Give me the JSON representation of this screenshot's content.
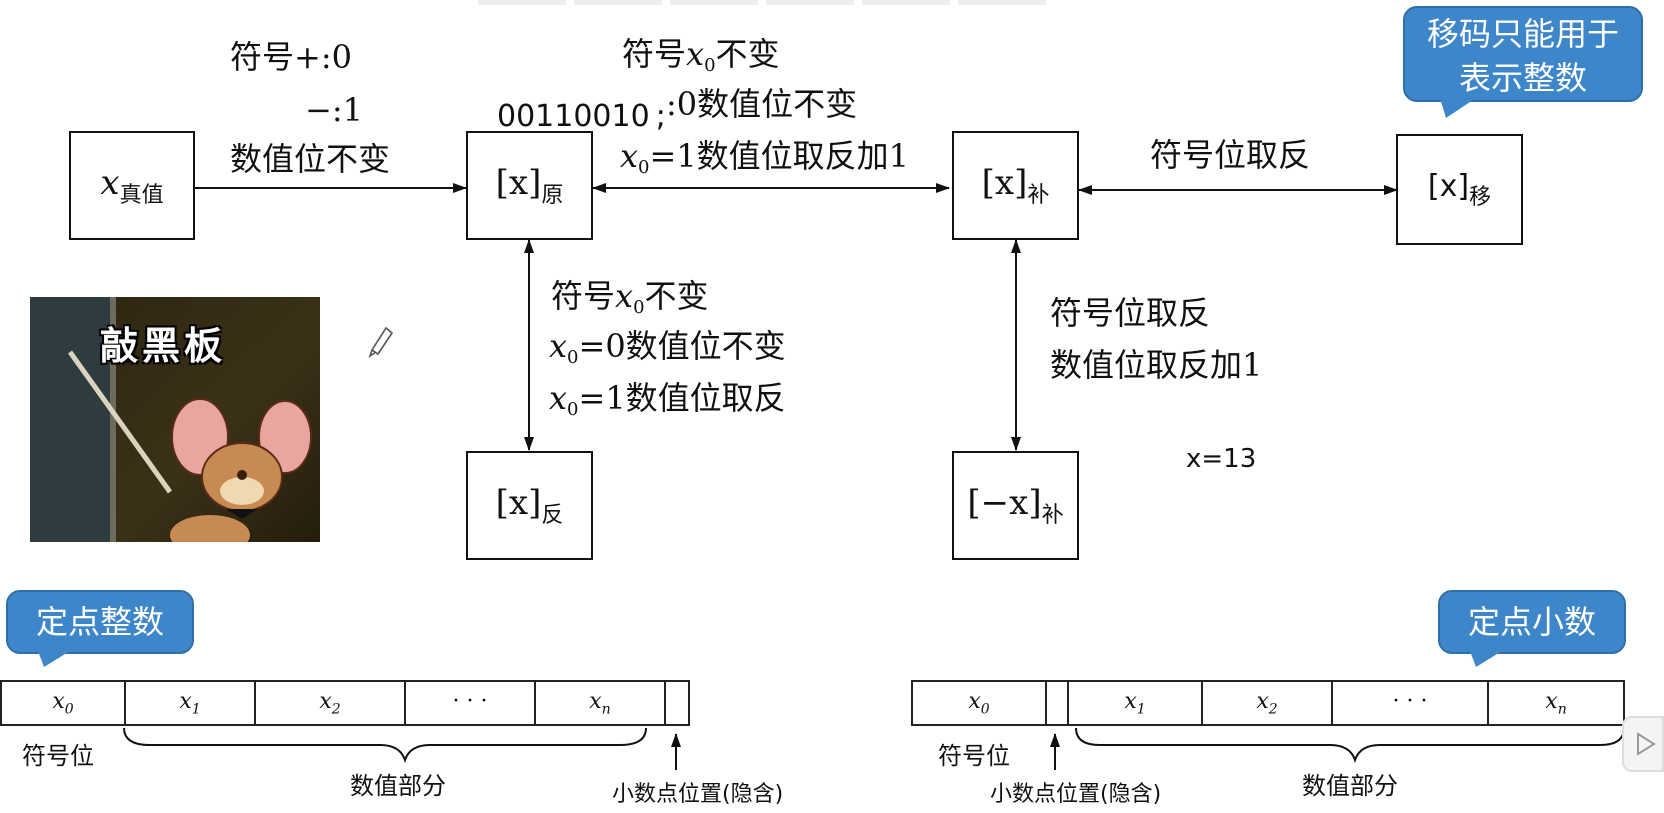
{
  "top_tabs": [
    "",
    "",
    "",
    "",
    "",
    ""
  ],
  "boxes": {
    "true_value": {
      "var": "x",
      "sub": "真值"
    },
    "original": {
      "var": "[x]",
      "sub": "原"
    },
    "complement": {
      "var": "[x]",
      "sub": "补"
    },
    "offset": {
      "var": "[x]",
      "sub": "移"
    },
    "ones": {
      "var": "[x]",
      "sub": "反"
    },
    "neg_complement": {
      "var": "[−x]",
      "sub": "补"
    }
  },
  "labels": {
    "sign_plus": "符号+:0",
    "sign_minus": "−:1",
    "value_unchanged": "数值位不变",
    "binary_sample": "00110010",
    "binary_semicolon": ";",
    "orig_comp_1_pre": "符号",
    "orig_comp_1_var": "x",
    "orig_comp_1_sub": "0",
    "orig_comp_1_post": "不变",
    "orig_comp_2": ":0数值位不变",
    "orig_comp_3_var": "x",
    "orig_comp_3_sub": "0",
    "orig_comp_3_post": "=1数值位取反加1",
    "comp_offset": "符号位取反",
    "orig_ones_1_pre": "符号",
    "orig_ones_1_var": "x",
    "orig_ones_1_sub": "0",
    "orig_ones_1_post": "不变",
    "orig_ones_2_var": "x",
    "orig_ones_2_sub": "0",
    "orig_ones_2_post": "=0数值位不变",
    "orig_ones_3_var": "x",
    "orig_ones_3_sub": "0",
    "orig_ones_3_post": "=1数值位取反",
    "comp_neg_1": "符号位取反",
    "comp_neg_2": "数值位取反加1",
    "x_eq": "x=13"
  },
  "bubbles": {
    "offset_note": "移码只能用于表示整数",
    "fixed_int": "定点整数",
    "fixed_frac": "定点小数"
  },
  "mouse_image": {
    "caption": "敲黑板"
  },
  "int_register": {
    "cells": [
      {
        "var": "x",
        "sub": "0"
      },
      {
        "var": "x",
        "sub": "1"
      },
      {
        "var": "x",
        "sub": "2"
      },
      {
        "var": "· · ·",
        "sub": ""
      },
      {
        "var": "x",
        "sub": "n"
      },
      {
        "var": "",
        "sub": ""
      }
    ],
    "sign_label": "符号位",
    "value_label": "数值部分",
    "point_label": "小数点位置(隐含)"
  },
  "frac_register": {
    "cells": [
      {
        "var": "x",
        "sub": "0"
      },
      {
        "var": "",
        "sub": ""
      },
      {
        "var": "x",
        "sub": "1"
      },
      {
        "var": "x",
        "sub": "2"
      },
      {
        "var": "· · ·",
        "sub": ""
      },
      {
        "var": "x",
        "sub": "n"
      }
    ],
    "sign_label": "符号位",
    "value_label": "数值部分",
    "point_label": "小数点位置(隐含)"
  },
  "colors": {
    "bubble": "#3d86c9",
    "ink": "#111111"
  }
}
